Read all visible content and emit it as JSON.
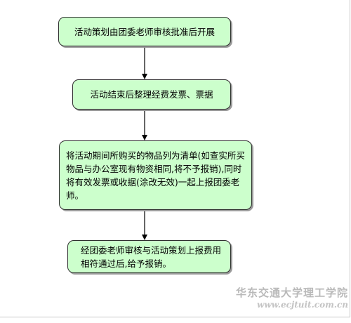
{
  "flowchart": {
    "steps": [
      {
        "text": "活动策划由团委老师审核批准后开展"
      },
      {
        "text": "活动结束后整理经费发票、票据"
      },
      {
        "text": "将活动期间所购买的物品列为清单(如查实所买物品与办公室现有物资相同,将不予报销),同时将有效发票或收据(涂改无效)一起上报团委老师。"
      },
      {
        "text": "经团委老师审核与活动策划上报费用相符通过后,给予报销。"
      }
    ]
  },
  "watermark": {
    "name": "华东交通大学理工学院",
    "url": "www.ecjtuit.com.cn"
  },
  "colors": {
    "box_fill": "#ccffcc",
    "box_border": "#2f2f2f",
    "arrow": "#000000",
    "watermark": "#b9b9b9"
  }
}
